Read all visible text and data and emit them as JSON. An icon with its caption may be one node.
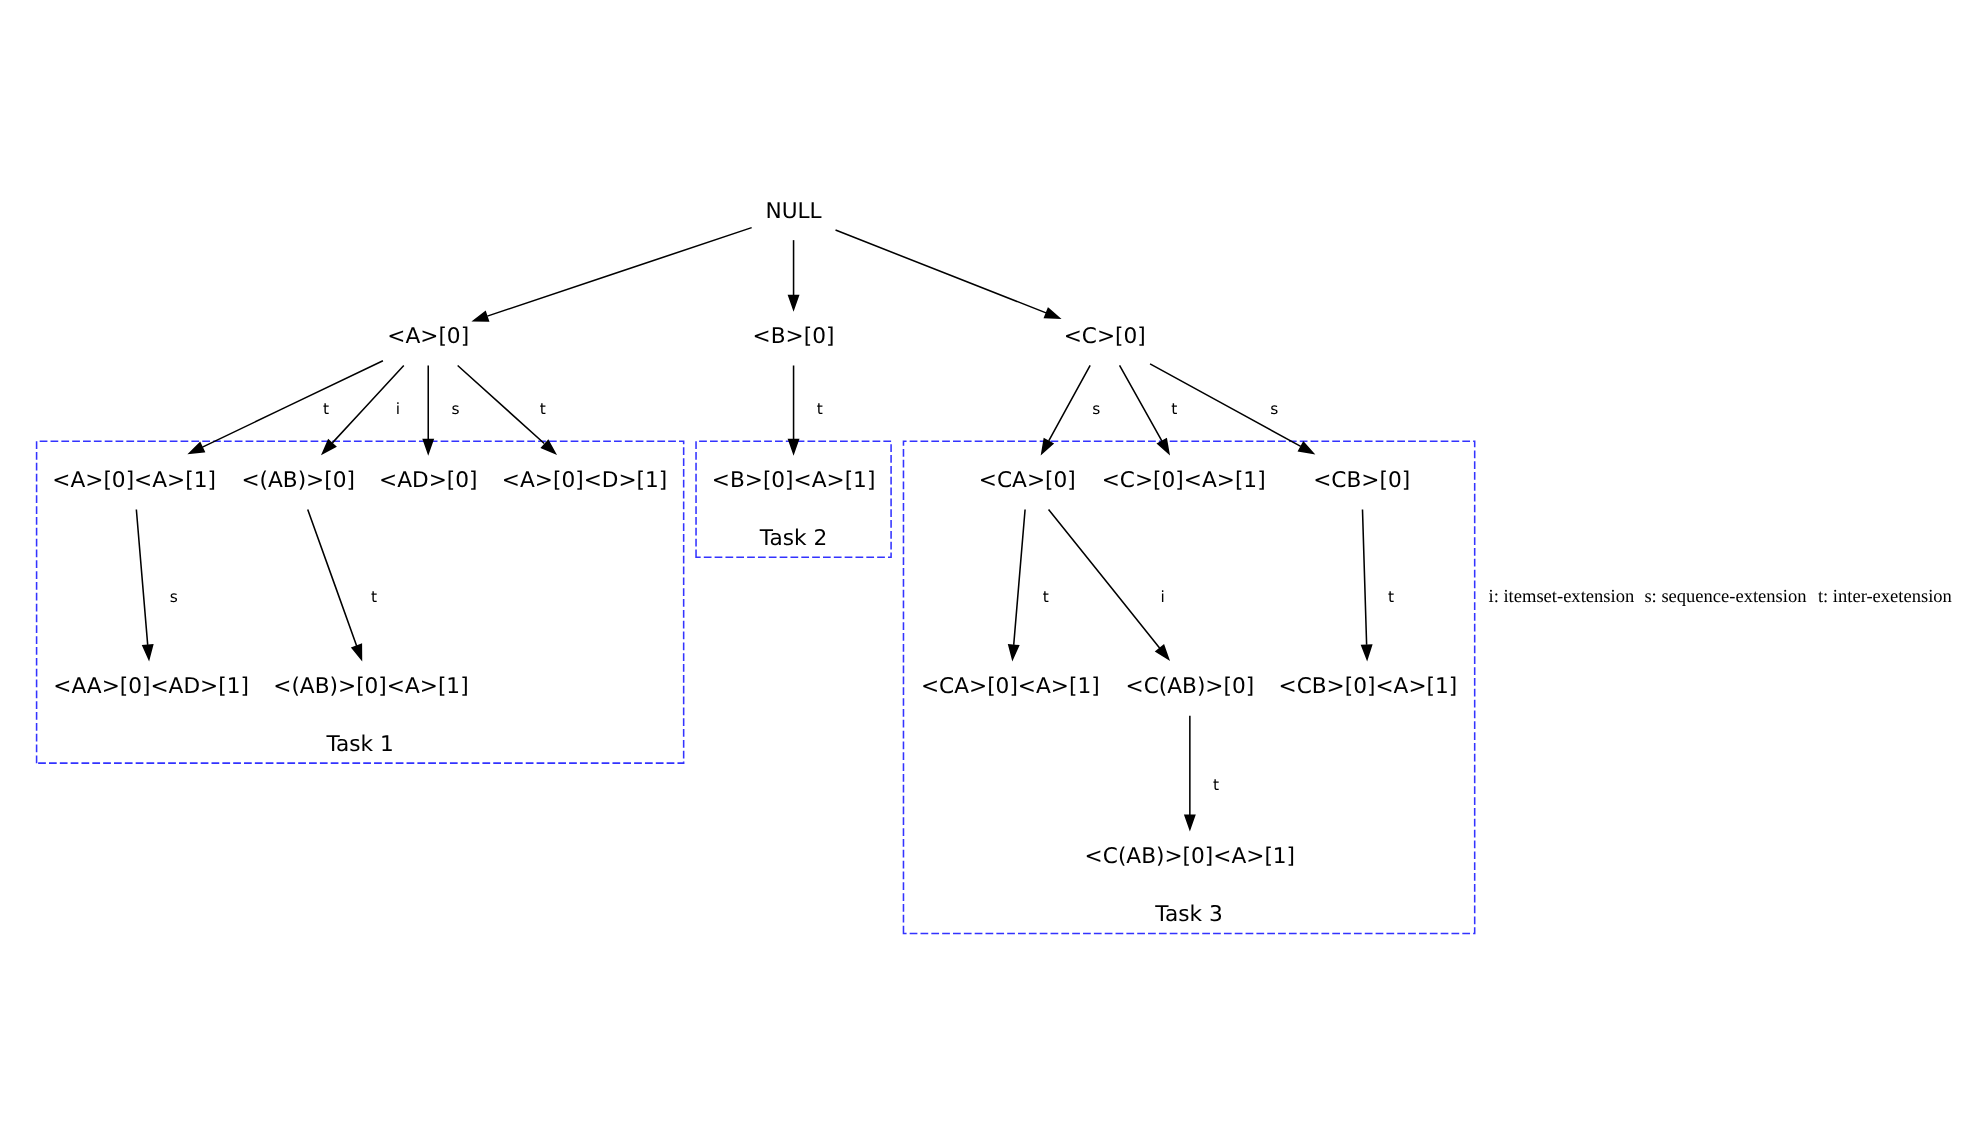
{
  "diagram": {
    "nodes": [
      {
        "text": [
          "NULL"
        ]
      },
      {
        "text": [
          "<A>[0]"
        ]
      },
      {
        "text": [
          "<B>[0]"
        ]
      },
      {
        "text": [
          "<C>[0]"
        ]
      },
      {
        "text": [
          "Task 1"
        ]
      },
      {
        "text": [
          "<A>[0]<A>[1]"
        ],
        "in": 4
      },
      {
        "text": [
          "<(AB)>[0]"
        ],
        "in": 4
      },
      {
        "text": [
          "<AD>[0]"
        ],
        "in": 4
      },
      {
        "text": [
          "<A>[0]<D>[1]"
        ],
        "in": 4
      },
      {
        "text": [
          "<AA>[0]<AD>[1]"
        ],
        "in": 4
      },
      {
        "text": [
          "<(AB)>[0]<A>[1]"
        ],
        "in": 4
      },
      {
        "text": [
          "Task 2"
        ]
      },
      {
        "text": [
          "<B>[0]<A>[1]"
        ],
        "in": 11
      },
      {
        "text": [
          "Task 3"
        ]
      },
      {
        "text": [
          "<CA>[0]"
        ],
        "in": 13
      },
      {
        "text": [
          "<C>[0]<A>[1]"
        ],
        "in": 13
      },
      {
        "text": [
          "<CB>[0]"
        ],
        "in": 13
      },
      {
        "text": [
          "<CA>[0]<A>[1]"
        ],
        "in": 13
      },
      {
        "text": [
          "<C(AB)>[0]"
        ],
        "in": 13
      },
      {
        "text": [
          "<CB>[0]<A>[1]"
        ],
        "in": 13
      },
      {
        "text": [
          "<C(AB)>[0]<A>[1]"
        ],
        "in": 13
      }
    ],
    "edges": [
      {
        "from": 0,
        "to": 1,
        "arrow": "to"
      },
      {
        "from": 0,
        "to": 2,
        "arrow": "to"
      },
      {
        "from": 0,
        "to": 3,
        "arrow": "to"
      },
      {
        "from": 1,
        "to": 5,
        "arrow": "to",
        "label": "t"
      },
      {
        "from": 1,
        "to": 6,
        "arrow": "to",
        "label": "i"
      },
      {
        "from": 1,
        "to": 7,
        "arrow": "to",
        "label": "s"
      },
      {
        "from": 1,
        "to": 8,
        "arrow": "to",
        "label": "t"
      },
      {
        "from": 5,
        "to": 9,
        "arrow": "to",
        "label": "s"
      },
      {
        "from": 6,
        "to": 10,
        "arrow": "to",
        "label": "t"
      },
      {
        "from": 2,
        "to": 12,
        "arrow": "to",
        "label": "t"
      },
      {
        "from": 3,
        "to": 14,
        "arrow": "to",
        "label": "s"
      },
      {
        "from": 3,
        "to": 15,
        "arrow": "to",
        "label": "t"
      },
      {
        "from": 3,
        "to": 16,
        "arrow": "to",
        "label": "s"
      },
      {
        "from": 14,
        "to": 17,
        "arrow": "to",
        "label": "t"
      },
      {
        "from": 14,
        "to": 18,
        "arrow": "to",
        "label": "i"
      },
      {
        "from": 16,
        "to": 19,
        "arrow": "to",
        "label": "t"
      },
      {
        "from": 18,
        "to": 20,
        "arrow": "to",
        "label": "t"
      }
    ],
    "labels": [
      "i: itemset-extension",
      "s: sequence-extension",
      "t: inter-exetension"
    ]
  }
}
